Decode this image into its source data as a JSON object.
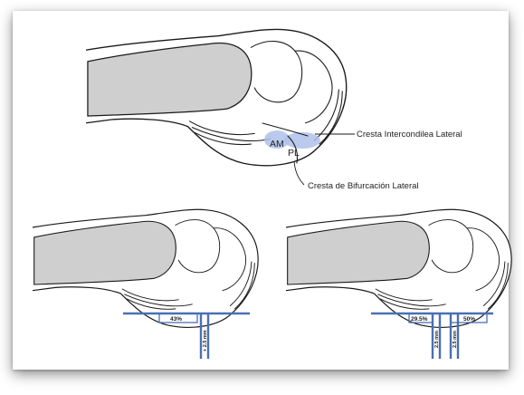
{
  "top_figure": {
    "bundle_am": "AM",
    "bundle_pl": "PL",
    "callout_intercondylar": "Cresta Intercondilea Lateral",
    "callout_bifurcation": "Cresta de Bifurcación Lateral"
  },
  "bottom_left_figure": {
    "depth_percent": "43%",
    "offset_mm": "+ 2.5 mm"
  },
  "bottom_right_figure": {
    "depth_percent_am": "29.5%",
    "depth_percent_pl": "50%",
    "offset_mm_am": "2.5 mm",
    "offset_mm_pl": "2.5 mm"
  },
  "colors": {
    "accent_blue": "#4a6fb5",
    "footprint_blue": "#aebfea",
    "shaft_gray": "#cfcfcf"
  }
}
